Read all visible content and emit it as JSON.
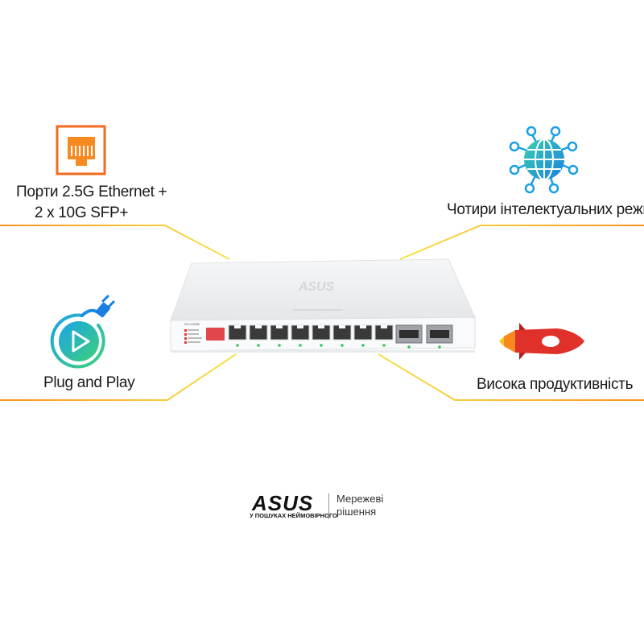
{
  "features": {
    "ports": {
      "line1": "Порти 2.5G Ethernet +",
      "line2": "2 x 10G SFP+",
      "icon": "ethernet-port-icon"
    },
    "modes": {
      "label": "Чотири інтелектуальних режими",
      "icon": "network-globe-icon"
    },
    "plug": {
      "label": "Plug and Play",
      "icon": "plug-play-icon"
    },
    "perf": {
      "label": "Висока продуктивність",
      "icon": "rocket-icon"
    }
  },
  "device": {
    "brand": "ASUS",
    "model_label": "GX-U1080"
  },
  "logo": {
    "brand": "ASUS",
    "tagline": "У ПОШУКАХ НЕЙМОВІРНОГО",
    "sub_line1": "Мережеві",
    "sub_line2": "рішення"
  },
  "colors": {
    "line_orange": "#f7a21b",
    "line_yellow": "#f8e24a",
    "icon_orange": "#f26b1d",
    "icon_blue": "#1aa3e8",
    "icon_green": "#3fd0a0",
    "rocket_red": "#e0302a"
  }
}
